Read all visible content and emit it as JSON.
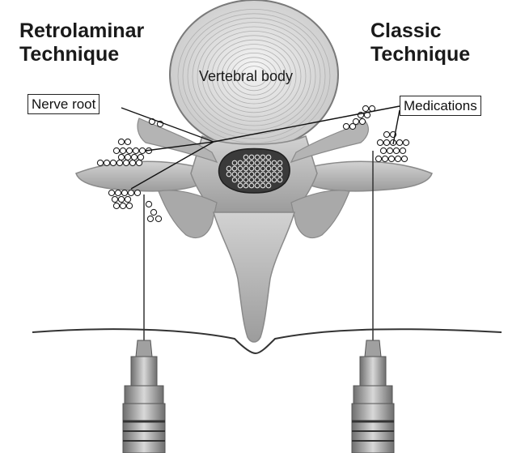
{
  "headings": {
    "left": {
      "line1": "Retrolaminar",
      "line2": "Technique"
    },
    "right": {
      "line1": "Classic",
      "line2": "Technique"
    }
  },
  "labels": {
    "vertebral_body": "Vertebral body",
    "nerve_root": "Nerve root",
    "medications": "Medications"
  },
  "colors": {
    "bone": "#b9b9b9",
    "bone_dark": "#8f8f8f",
    "disc": "#e9e9e9",
    "cord": "#3a3a3a",
    "syringe": "#9a9a9a",
    "outline": "#222222"
  }
}
